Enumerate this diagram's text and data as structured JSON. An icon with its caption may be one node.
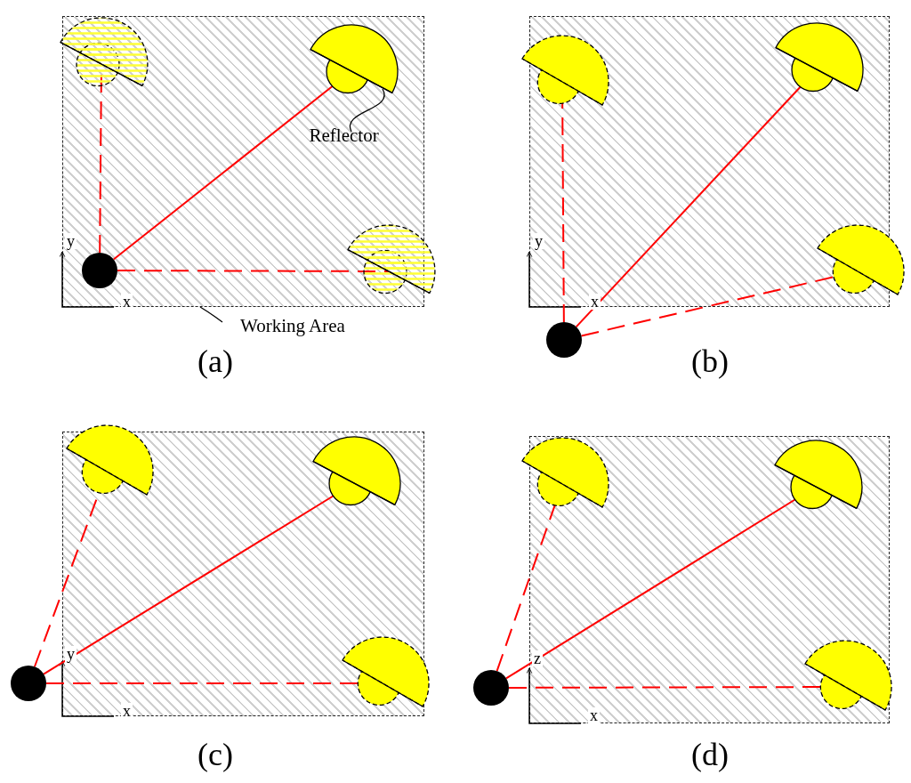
{
  "diagram": {
    "nodes": [
      {
        "text": [],
        "shape": "box"
      },
      {
        "text": [],
        "shape": "circle",
        "in": 0
      },
      {
        "text": [],
        "shape": "semicircle",
        "in": 0
      },
      {
        "text": [],
        "shape": "semicircle",
        "in": 0
      },
      {
        "text": [],
        "shape": "semicircle"
      },
      {
        "text": [
          "Reflector"
        ],
        "in": 0
      },
      {
        "text": [
          "Working Area"
        ]
      },
      {
        "text": [],
        "shape": "circle"
      },
      {
        "text": [],
        "shape": "semicircle"
      },
      {
        "text": [],
        "shape": "semicircle"
      },
      {
        "text": [],
        "shape": "semicircle"
      },
      {
        "text": [],
        "shape": "circle"
      },
      {
        "text": [],
        "shape": "semicircle"
      },
      {
        "text": [],
        "shape": "semicircle"
      },
      {
        "text": [],
        "shape": "semicircle"
      },
      {
        "text": [],
        "shape": "circle"
      },
      {
        "text": [],
        "shape": "semicircle"
      },
      {
        "text": [],
        "shape": "semicircle"
      },
      {
        "text": [],
        "shape": "semicircle"
      }
    ],
    "edges": [
      {
        "from": 1,
        "to": 2,
        "arrow": "none",
        "style": "dashed"
      },
      {
        "from": 1,
        "to": 3,
        "arrow": "none"
      },
      {
        "from": 1,
        "to": 4,
        "arrow": "none",
        "style": "dashed"
      },
      {
        "from": 5,
        "to": 3,
        "arrow": "none",
        "color": "#000000"
      },
      {
        "from": 6,
        "to": 0,
        "arrow": "none",
        "color": "#000000"
      },
      {
        "from": 7,
        "to": 8,
        "arrow": "none",
        "style": "dashed"
      },
      {
        "from": 7,
        "to": 9,
        "arrow": "none"
      },
      {
        "from": 7,
        "to": 10,
        "arrow": "none",
        "style": "dashed"
      },
      {
        "from": 11,
        "to": 12,
        "arrow": "none",
        "style": "dashed"
      },
      {
        "from": 11,
        "to": 13,
        "arrow": "none"
      },
      {
        "from": 11,
        "to": 14,
        "arrow": "none",
        "style": "dashed"
      },
      {
        "from": 15,
        "to": 16,
        "arrow": "none",
        "style": "dashed"
      },
      {
        "from": 15,
        "to": 17,
        "arrow": "none"
      },
      {
        "from": 15,
        "to": 18,
        "arrow": "none",
        "style": "dashed"
      }
    ],
    "labels": [
      "y",
      "x",
      "(a)",
      "y",
      "x",
      "(b)",
      "y",
      "x",
      "(c)",
      "z",
      "x",
      "(d)"
    ]
  }
}
